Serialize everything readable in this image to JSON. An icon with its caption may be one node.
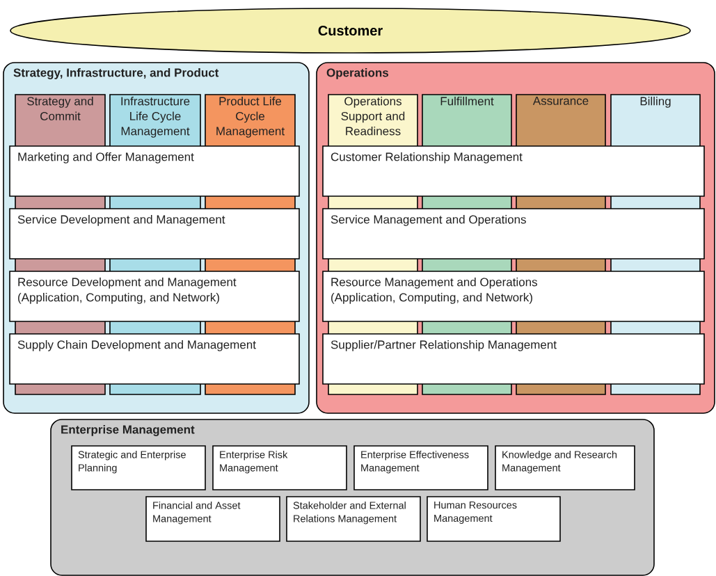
{
  "diagram": {
    "nodes": [
      {
        "text": [
          "Customer"
        ]
      },
      {
        "text": [
          "Strategy, Infrastructure, and Product"
        ]
      },
      {
        "text": [
          "Strategy and Commit"
        ],
        "in": 1
      },
      {
        "text": [
          "Infrastructure Life Cycle Management"
        ],
        "in": 1
      },
      {
        "text": [
          "Product Life Cycle Management"
        ],
        "in": 1
      },
      {
        "text": [
          "Marketing and Offer Management"
        ],
        "in": 1
      },
      {
        "text": [
          "Service Development and Management"
        ],
        "in": 1
      },
      {
        "text": [
          "Resource Development and Management (Application, Computing, and Network)"
        ],
        "in": 1
      },
      {
        "text": [
          "Supply Chain Development and Management"
        ],
        "in": 1
      },
      {
        "text": [
          "Operations"
        ]
      },
      {
        "text": [
          "Operations Support and Readiness"
        ],
        "in": 9
      },
      {
        "text": [
          "Fulfillment"
        ],
        "in": 9
      },
      {
        "text": [
          "Assurance"
        ],
        "in": 9
      },
      {
        "text": [
          "Billing"
        ],
        "in": 9
      },
      {
        "text": [
          "Customer Relationship Management"
        ],
        "in": 9
      },
      {
        "text": [
          "Service Management and Operations"
        ],
        "in": 9
      },
      {
        "text": [
          "Resource Management and Operations (Application, Computing, and Network)"
        ],
        "in": 9
      },
      {
        "text": [
          "Supplier/Partner Relationship Management"
        ],
        "in": 9
      },
      {
        "text": [
          "Enterprise Management"
        ]
      },
      {
        "text": [
          "Strategic and Enterprise Planning"
        ],
        "in": 18
      },
      {
        "text": [
          "Enterprise Risk Management"
        ],
        "in": 18
      },
      {
        "text": [
          "Enterprise Effectiveness Management"
        ],
        "in": 18
      },
      {
        "text": [
          "Knowledge and Research Management"
        ],
        "in": 18
      },
      {
        "text": [
          "Financial and Asset Management"
        ],
        "in": 18
      },
      {
        "text": [
          "Stakeholder and External Relations Management"
        ],
        "in": 18
      },
      {
        "text": [
          "Human Resources Management"
        ],
        "in": 18
      }
    ],
    "edges": []
  }
}
